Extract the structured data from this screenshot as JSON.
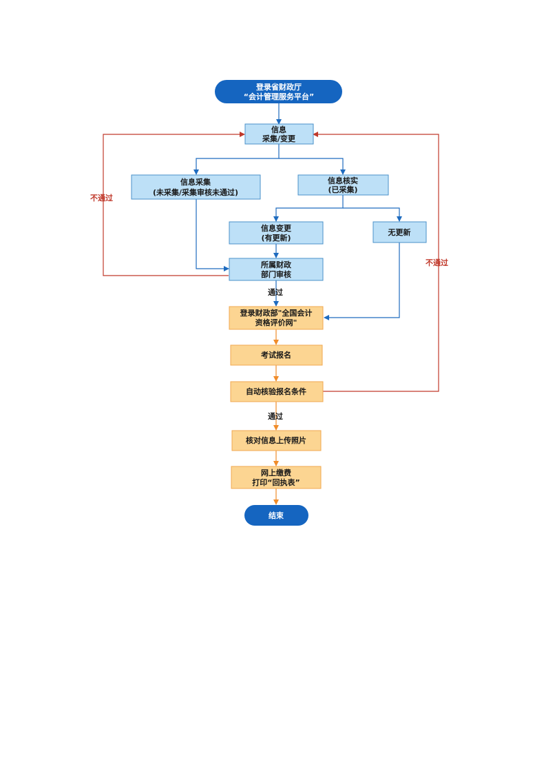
{
  "nodes": {
    "start": {
      "line1": "登录省财政厅",
      "line2": "“会计管理服务平台”"
    },
    "info_change": {
      "line1": "信息",
      "line2": "采集/变更"
    },
    "info_collect": {
      "line1": "信息采集",
      "line2": "(未采集/采集审核未通过)"
    },
    "info_verify": {
      "line1": "信息核实",
      "line2": "(已采集)"
    },
    "info_update": {
      "line1": "信息变更",
      "line2": "(有更新)"
    },
    "no_update": {
      "line1": "无更新"
    },
    "dept_review": {
      "line1": "所属财政",
      "line2": "部门审核"
    },
    "login_mof": {
      "line1": "登录财政部\"全国会计",
      "line2": "资格评价网\""
    },
    "exam_register": {
      "line1": "考试报名"
    },
    "auto_check": {
      "line1": "自动核验报名条件"
    },
    "photo_upload": {
      "line1": "核对信息上传照片"
    },
    "payment": {
      "line1": "网上缴费",
      "line2": "打印“回执表”"
    },
    "end": {
      "line1": "结束"
    }
  },
  "labels": {
    "reject_left": "不通过",
    "reject_right": "不通过",
    "pass_1": "通过",
    "pass_2": "通过"
  },
  "colors": {
    "pill_fill": "#1565c0",
    "blue_box_fill": "#bde0f7",
    "blue_box_stroke": "#4a90c8",
    "orange_box_fill": "#fcd592",
    "orange_box_stroke": "#f0a850",
    "blue_line": "#1e6bbf",
    "orange_line": "#f08c2a",
    "red_line": "#c0392b",
    "reject_text": "#c0392b"
  }
}
